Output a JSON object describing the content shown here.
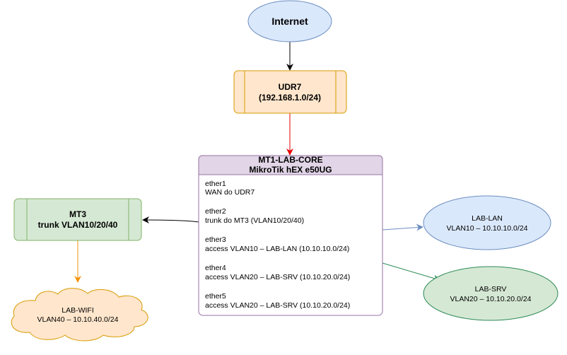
{
  "diagram": {
    "internet": {
      "label": "Internet",
      "fill": "#dae8fc",
      "stroke": "#6c8ebf"
    },
    "udr7": {
      "title": "UDR7",
      "subtitle": "(192.168.1.0/24)",
      "fill": "#ffe6cc",
      "stroke": "#d79b00"
    },
    "core": {
      "title": "MT1-LAB-CORE",
      "subtitle": "MikroTik hEX e50UG",
      "header_fill": "#e1d5e7",
      "stroke": "#9673a6",
      "ports": [
        {
          "name": "ether1",
          "desc": "WAN do UDR7"
        },
        {
          "name": "ether2",
          "desc": "trunk do MT3 (VLAN10/20/40)"
        },
        {
          "name": "ether3",
          "desc": "access VLAN10 – LAB-LAN (10.10.10.0/24)"
        },
        {
          "name": "ether4",
          "desc": "access VLAN20 – LAB-SRV (10.10.20.0/24)"
        },
        {
          "name": "ether5",
          "desc": "access VLAN20 – LAB-SRV (10.10.20.0/24)"
        }
      ]
    },
    "mt3": {
      "title": "MT3",
      "subtitle": "trunk VLAN10/20/40",
      "fill": "#d5e8d4",
      "stroke": "#82b366"
    },
    "lab_wifi": {
      "title": "LAB-WIFI",
      "subtitle": "VLAN40 – 10.10.40.0/24",
      "fill": "#ffe6cc",
      "stroke": "#d79b00"
    },
    "lab_lan": {
      "title": "LAB-LAN",
      "subtitle": "VLAN10 – 10.10.10.0/24",
      "fill": "#dae8fc",
      "stroke": "#6c8ebf"
    },
    "lab_srv": {
      "title": "LAB-SRV",
      "subtitle": "VLAN20 – 10.10.20.0/24",
      "fill": "#d5e8d4",
      "stroke": "#82b366"
    },
    "edge_colors": {
      "internet_udr7": "#000000",
      "udr7_core": "#e60000",
      "core_mt3": "#000000",
      "mt3_wifi": "#f2930d",
      "core_lan": "#6c8ebf",
      "core_srv": "#2e8b57"
    }
  }
}
